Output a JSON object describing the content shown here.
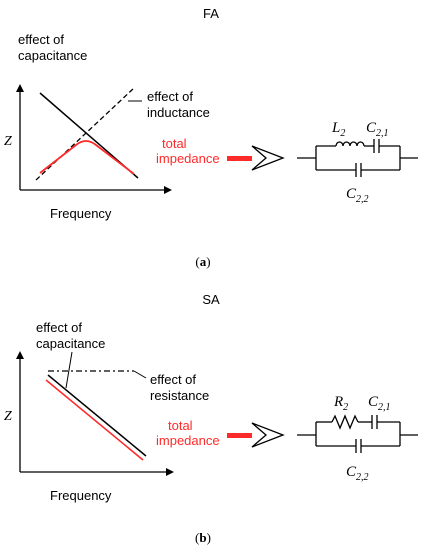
{
  "panel_a": {
    "title": "FA",
    "axis_y": "Z",
    "axis_x": "Frequency",
    "label_capacitance_1": "effect of",
    "label_capacitance_2": "capacitance",
    "label_inductance_1": "effect of",
    "label_inductance_2": "inductance",
    "label_total_1": "total",
    "label_total_2": "impedance",
    "comp_top_left": "L",
    "comp_top_left_sub": "2",
    "comp_top_right": "C",
    "comp_top_right_sub": "2,1",
    "comp_bottom": "C",
    "comp_bottom_sub": "2,2",
    "caption_open": "(",
    "caption_letter": "a",
    "caption_close": ")"
  },
  "panel_b": {
    "title": "SA",
    "axis_y": "Z",
    "axis_x": "Frequency",
    "label_capacitance_1": "effect of",
    "label_capacitance_2": "capacitance",
    "label_resistance_1": "effect of",
    "label_resistance_2": "resistance",
    "label_total_1": "total",
    "label_total_2": "impedance",
    "comp_top_left": "R",
    "comp_top_left_sub": "2",
    "comp_top_right": "C",
    "comp_top_right_sub": "2,1",
    "comp_bottom": "C",
    "comp_bottom_sub": "2,2",
    "caption_open": "(",
    "caption_letter": "b",
    "caption_close": ")"
  },
  "colors": {
    "total_impedance": "#ff2a2a",
    "line": "#000000"
  }
}
